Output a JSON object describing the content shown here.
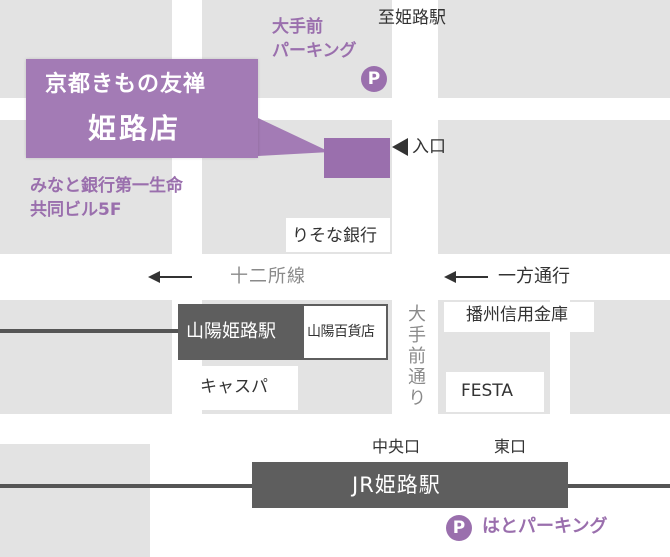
{
  "colors": {
    "accent": "#9a6fad",
    "callout": "#a37bb5",
    "station": "#5e5e5e",
    "background": "#e3e3e3",
    "road": "#ffffff"
  },
  "shop": {
    "name_line1": "京都きもの友禅",
    "name_line2": "姫路店",
    "building_line1": "みなと銀行第一生命",
    "building_line2": "共同ビル5F"
  },
  "labels": {
    "to_station": "至姫路駅",
    "entrance": "入口",
    "resona_bank": "りそな銀行",
    "juni_shosen": "十二所線",
    "one_way": "一方通行",
    "ote_dori": "大手前通り",
    "banshu_bank": "播州信用金庫",
    "sanyo_station": "山陽姫路駅",
    "sanyo_dept": "山陽百貨店",
    "kyaspa": "キャスパ",
    "festa": "FESTA",
    "central_exit": "中央口",
    "east_exit": "東口",
    "jr_station": "JR姫路駅"
  },
  "parking": {
    "ote_line1": "大手前",
    "ote_line2": "パーキング",
    "hato": "はとパーキング",
    "badge": "P"
  }
}
